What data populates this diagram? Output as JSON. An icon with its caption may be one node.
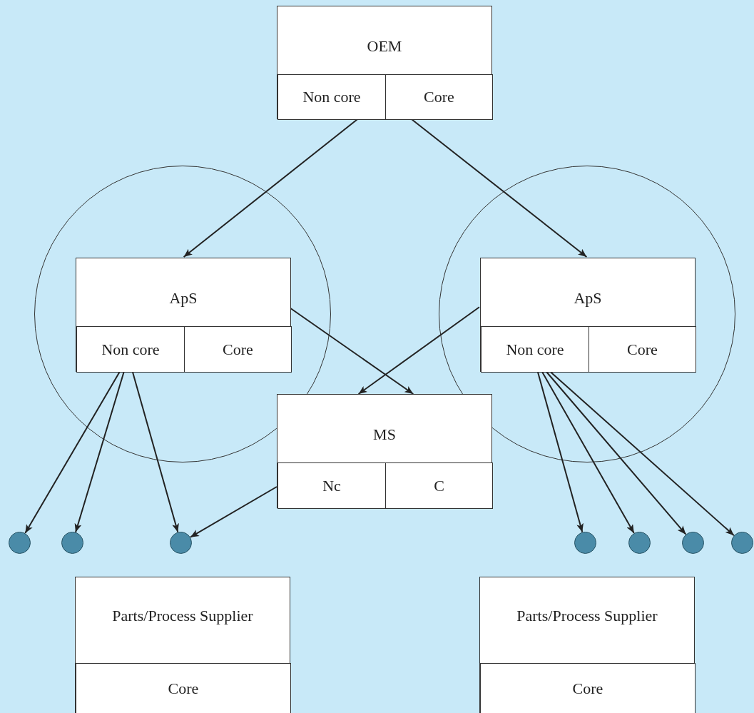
{
  "diagram": {
    "nodes": [
      {
        "text": [
          "OEM"
        ]
      },
      {
        "text": [
          "Non core"
        ],
        "in": 0
      },
      {
        "text": [
          "Core"
        ],
        "in": 0
      },
      {
        "text": [],
        "shape": "circle"
      },
      {
        "text": [
          "ApS"
        ],
        "in": 3
      },
      {
        "text": [
          "Non core"
        ],
        "in": 4
      },
      {
        "text": [
          "Core"
        ],
        "in": 4
      },
      {
        "text": [],
        "shape": "circle"
      },
      {
        "text": [
          "ApS"
        ],
        "in": 7
      },
      {
        "text": [
          "Non core"
        ],
        "in": 8
      },
      {
        "text": [
          "Core"
        ],
        "in": 8
      },
      {
        "text": [
          "MS"
        ]
      },
      {
        "text": [
          "Nc"
        ],
        "in": 11
      },
      {
        "text": [
          "C"
        ],
        "in": 11
      },
      {
        "text": [],
        "shape": "circle"
      },
      {
        "text": [],
        "shape": "circle"
      },
      {
        "text": [],
        "shape": "circle"
      },
      {
        "text": [],
        "shape": "circle"
      },
      {
        "text": [],
        "shape": "circle"
      },
      {
        "text": [],
        "shape": "circle"
      },
      {
        "text": [],
        "shape": "circle"
      },
      {
        "text": [
          "Parts/Process Supplier"
        ]
      },
      {
        "text": [
          "Core"
        ],
        "in": 21
      },
      {
        "text": [
          "Parts/Process Supplier"
        ]
      },
      {
        "text": [
          "Core"
        ],
        "in": 23
      }
    ],
    "edges": [
      {
        "from": 1,
        "to": 4,
        "arrow": "to"
      },
      {
        "from": 2,
        "to": 8,
        "arrow": "to"
      },
      {
        "from": 4,
        "to": 11,
        "arrow": "to"
      },
      {
        "from": 8,
        "to": 11,
        "arrow": "to"
      },
      {
        "from": 5,
        "to": 14,
        "arrow": "to"
      },
      {
        "from": 5,
        "to": 15,
        "arrow": "to"
      },
      {
        "from": 5,
        "to": 16,
        "arrow": "to"
      },
      {
        "from": 9,
        "to": 17,
        "arrow": "to"
      },
      {
        "from": 9,
        "to": 18,
        "arrow": "to"
      },
      {
        "from": 9,
        "to": 19,
        "arrow": "to"
      },
      {
        "from": 9,
        "to": 20,
        "arrow": "to"
      },
      {
        "from": 12,
        "to": 16,
        "arrow": "to"
      }
    ]
  }
}
